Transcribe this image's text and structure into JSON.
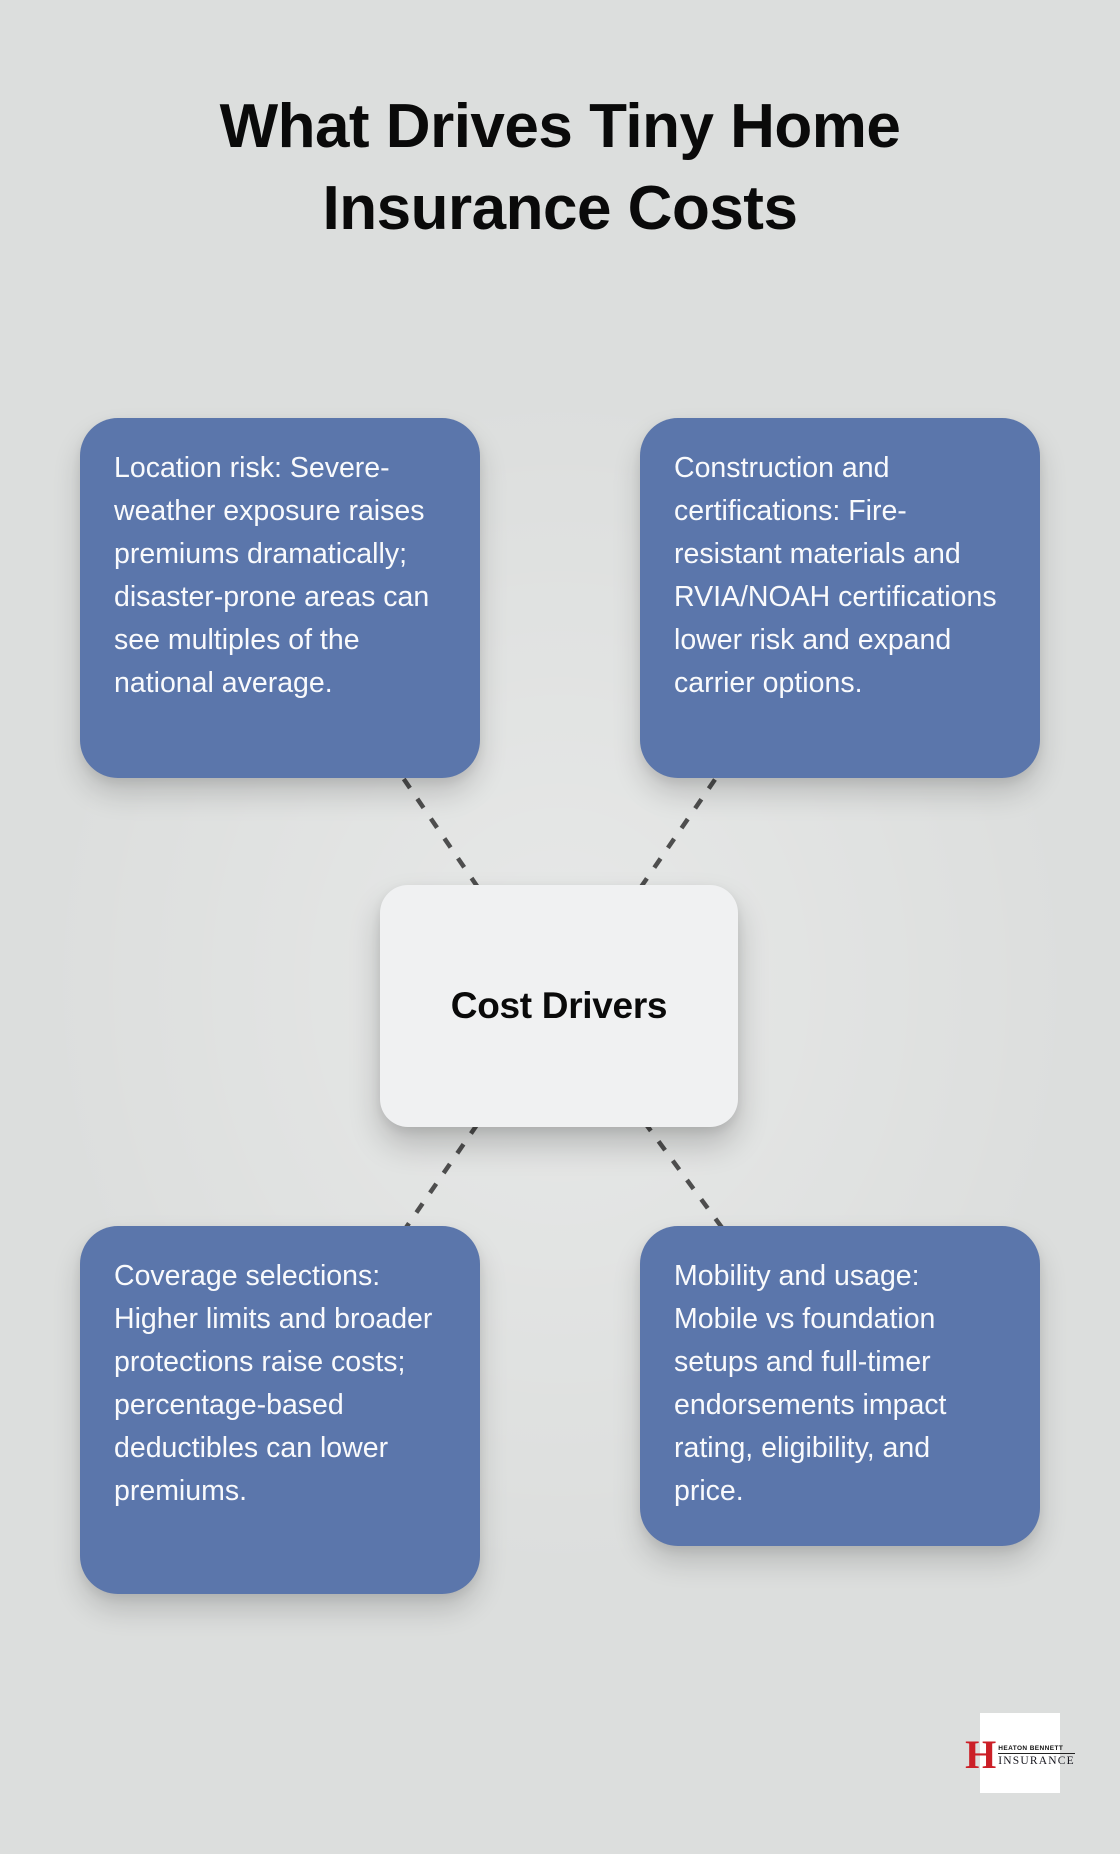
{
  "infographic": {
    "title": {
      "line1": "What Drives Tiny Home",
      "line2": "Insurance Costs"
    },
    "center_node": {
      "label": "Cost Drivers"
    },
    "nodes": [
      {
        "id": "location-risk",
        "text": "Location risk: Severe-weather exposure raises premiums dramatically; disaster-prone areas can see multiples of the national average."
      },
      {
        "id": "construction-certifications",
        "text": "Construction and certifications: Fire-resistant materials and RVIA/NOAH certifications lower risk and expand carrier options."
      },
      {
        "id": "coverage-selections",
        "text": "Coverage selections: Higher limits and broader protections raise costs; percentage-based deductibles can lower premiums."
      },
      {
        "id": "mobility-usage",
        "text": "Mobility and usage: Mobile vs foundation setups and full-timer endorsements impact rating, eligibility, and price."
      }
    ],
    "logo": {
      "initial": "H",
      "name": "HEATON BENNETT",
      "type": "INSURANCE"
    },
    "colors": {
      "background": "#dcdedd",
      "node_fill": "#5b76ab",
      "node_text_color": "#f9fafc",
      "center_fill": "#f0f1f2",
      "center_text_color": "#0a0a0a",
      "title_color": "#0a0a0a",
      "connector_color": "#4e4e4e",
      "logo_red": "#cb1f27",
      "logo_text_color": "#17171f",
      "logo_bg": "#ffffff"
    }
  }
}
